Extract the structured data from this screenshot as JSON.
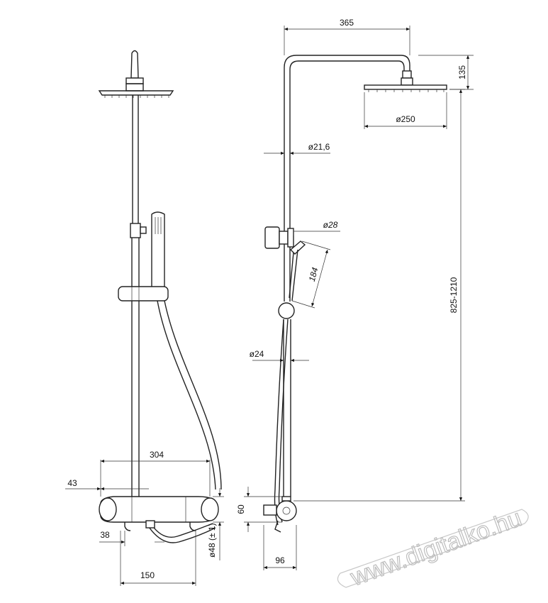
{
  "dimensions": {
    "arm_reach": "365",
    "head_drop": "135",
    "head_diameter": "ø250",
    "upper_tube_diameter": "ø21,6",
    "holder_diameter": "ø28",
    "hand_shower_length": "184",
    "height_range": "825-1210",
    "lower_tube_diameter": "ø24",
    "valve_width": "304",
    "left_offset": "43",
    "outlet_offset": "38",
    "inlet_spacing": "150",
    "inlet_diameter": "ø48 (± 1)",
    "valve_height": "60",
    "valve_depth": "96"
  },
  "watermark": "www.digitalko.hu"
}
